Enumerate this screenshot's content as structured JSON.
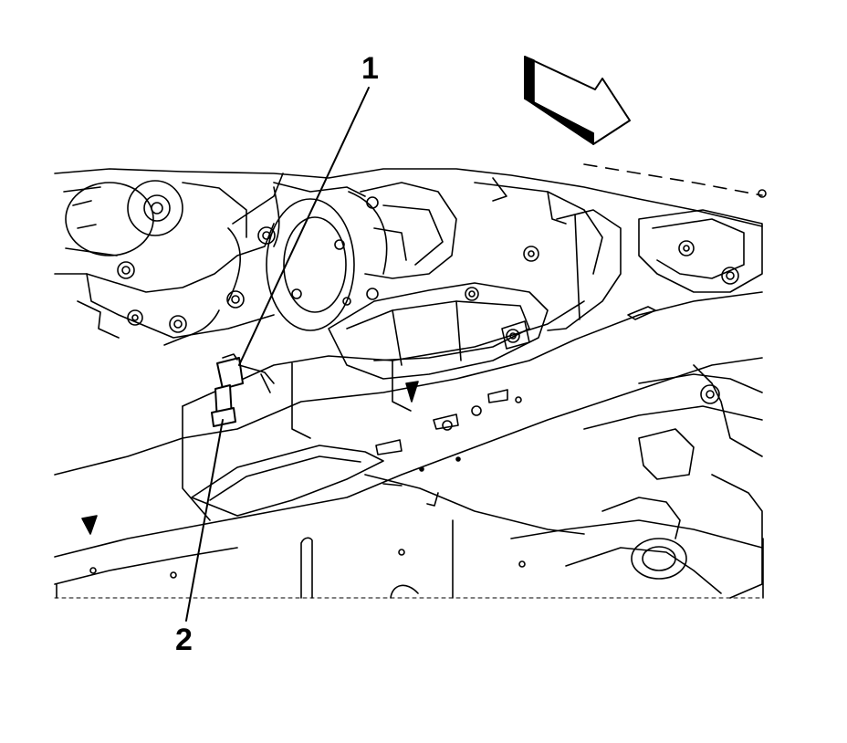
{
  "figure": {
    "type": "technical-line-illustration",
    "ink_color": "#000000",
    "background_color": "#ffffff",
    "direction_arrow": "front-of-vehicle-arrow"
  },
  "callouts": [
    {
      "number": "1",
      "points_to": "sensor"
    },
    {
      "number": "2",
      "points_to": "bolt"
    }
  ]
}
